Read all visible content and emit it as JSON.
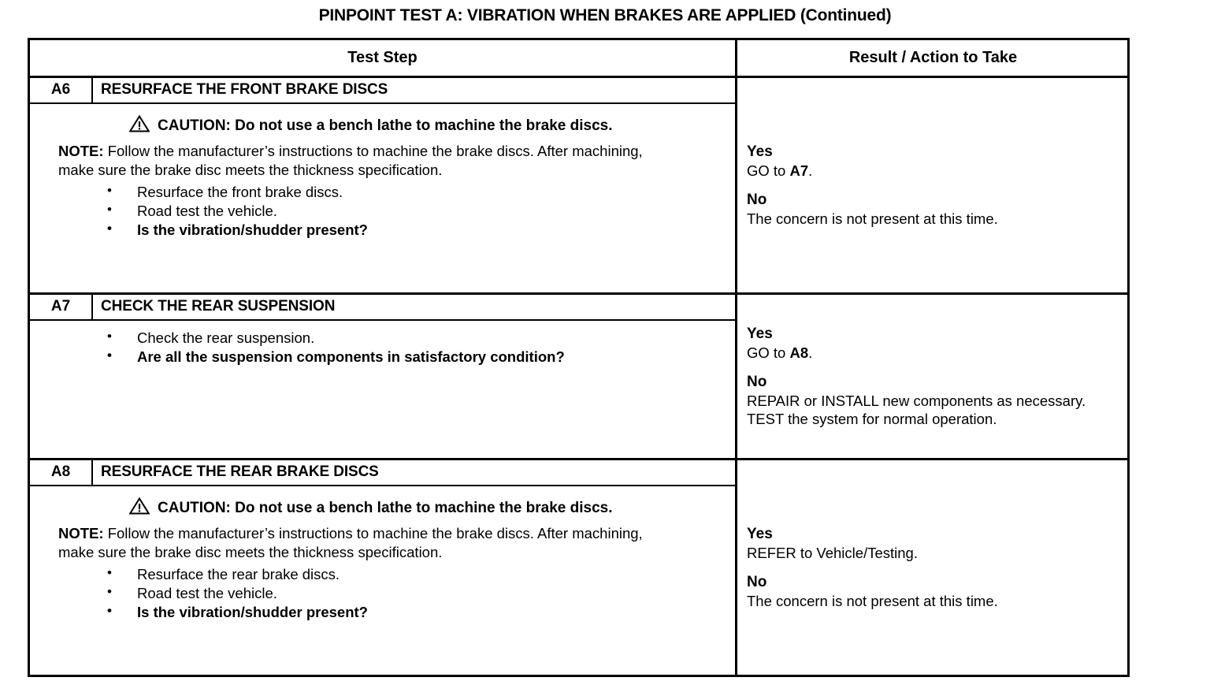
{
  "document": {
    "title": "PINPOINT TEST A: VIBRATION WHEN BRAKES ARE APPLIED (Continued)"
  },
  "table": {
    "headers": {
      "test_step": "Test Step",
      "result_action": "Result / Action to Take"
    },
    "rows": [
      {
        "id": "A6",
        "heading": "RESURFACE THE FRONT BRAKE DISCS",
        "caution_icon": "warning-triangle-icon",
        "caution": "CAUTION: Do not use a bench lathe to machine the brake discs.",
        "note_lead": "NOTE:",
        "note_text": " Follow the manufacturer’s instructions to machine the brake discs. After machining, make sure the brake disc meets the thickness specification.",
        "bullets": [
          {
            "text": "Resurface the front brake discs.",
            "bold": false
          },
          {
            "text": "Road test the vehicle.",
            "bold": false
          },
          {
            "text": "Is the vibration/shudder present?",
            "bold": true
          }
        ],
        "results": [
          {
            "answer": "Yes",
            "action_pre": "GO to ",
            "action_bold": "A7",
            "action_post": "."
          },
          {
            "answer": "No",
            "action_pre": "The concern is not present at this time.",
            "action_bold": "",
            "action_post": ""
          }
        ]
      },
      {
        "id": "A7",
        "heading": "CHECK THE REAR SUSPENSION",
        "caution_icon": "",
        "caution": "",
        "note_lead": "",
        "note_text": "",
        "bullets": [
          {
            "text": "Check the rear suspension.",
            "bold": false
          },
          {
            "text": "Are all the suspension components in satisfactory condition?",
            "bold": true
          }
        ],
        "results": [
          {
            "answer": "Yes",
            "action_pre": "GO to ",
            "action_bold": "A8",
            "action_post": "."
          },
          {
            "answer": "No",
            "action_pre": "REPAIR or INSTALL new components as necessary.\nTEST the system for normal operation.",
            "action_bold": "",
            "action_post": ""
          }
        ]
      },
      {
        "id": "A8",
        "heading": "RESURFACE THE REAR BRAKE DISCS",
        "caution_icon": "warning-triangle-icon",
        "caution": "CAUTION: Do not use a bench lathe to machine the brake discs.",
        "note_lead": "NOTE:",
        "note_text": " Follow the manufacturer’s instructions to machine the brake discs. After machining, make sure the brake disc meets the thickness specification.",
        "bullets": [
          {
            "text": "Resurface the rear brake discs.",
            "bold": false
          },
          {
            "text": "Road test the vehicle.",
            "bold": false
          },
          {
            "text": "Is the vibration/shudder present?",
            "bold": true
          }
        ],
        "results": [
          {
            "answer": "Yes",
            "action_pre": "REFER to Vehicle/Testing.",
            "action_bold": "",
            "action_post": ""
          },
          {
            "answer": "No",
            "action_pre": "The concern is not present at this time.",
            "action_bold": "",
            "action_post": ""
          }
        ]
      }
    ]
  },
  "colors": {
    "ink": "#000000",
    "paper": "#ffffff"
  }
}
